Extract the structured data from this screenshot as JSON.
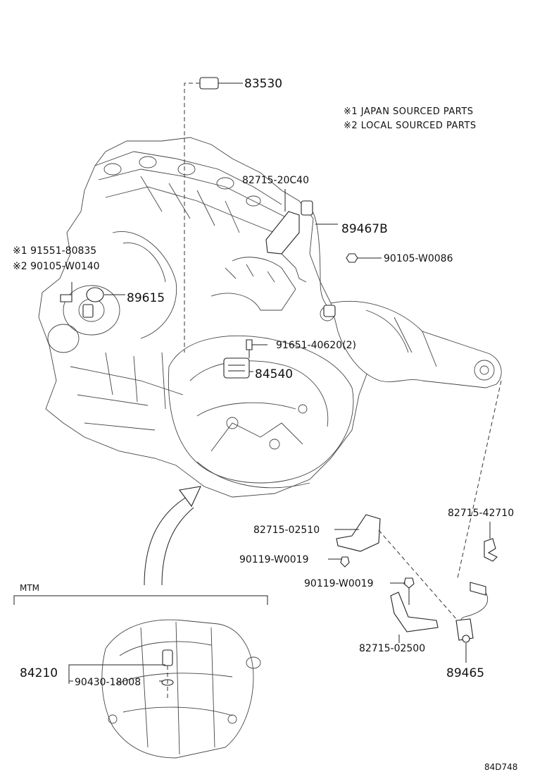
{
  "notes": {
    "japan": "※1 JAPAN SOURCED PARTS",
    "local": "※2 LOCAL SOURCED PARTS"
  },
  "labels": {
    "p83530": "83530",
    "p82715_20C40": "82715-20C40",
    "p89467B": "89467B",
    "p90105_W0086": "90105-W0086",
    "p91551_80835": "※1 91551-80835",
    "p90105_W0140": "※2 90105-W0140",
    "p89615": "89615",
    "p91651_40620": "91651-40620(2)",
    "p84540": "84540",
    "p82715_42710": "82715-42710",
    "p82715_02510": "82715-02510",
    "p90119_W0019_a": "90119-W0019",
    "p90119_W0019_b": "90119-W0019",
    "p82715_02500": "82715-02500",
    "p89465": "89465",
    "p84210": "84210",
    "p90430_18008": "90430-18008"
  },
  "sections": {
    "mtm": "MTM"
  },
  "figure_id": "84D748"
}
